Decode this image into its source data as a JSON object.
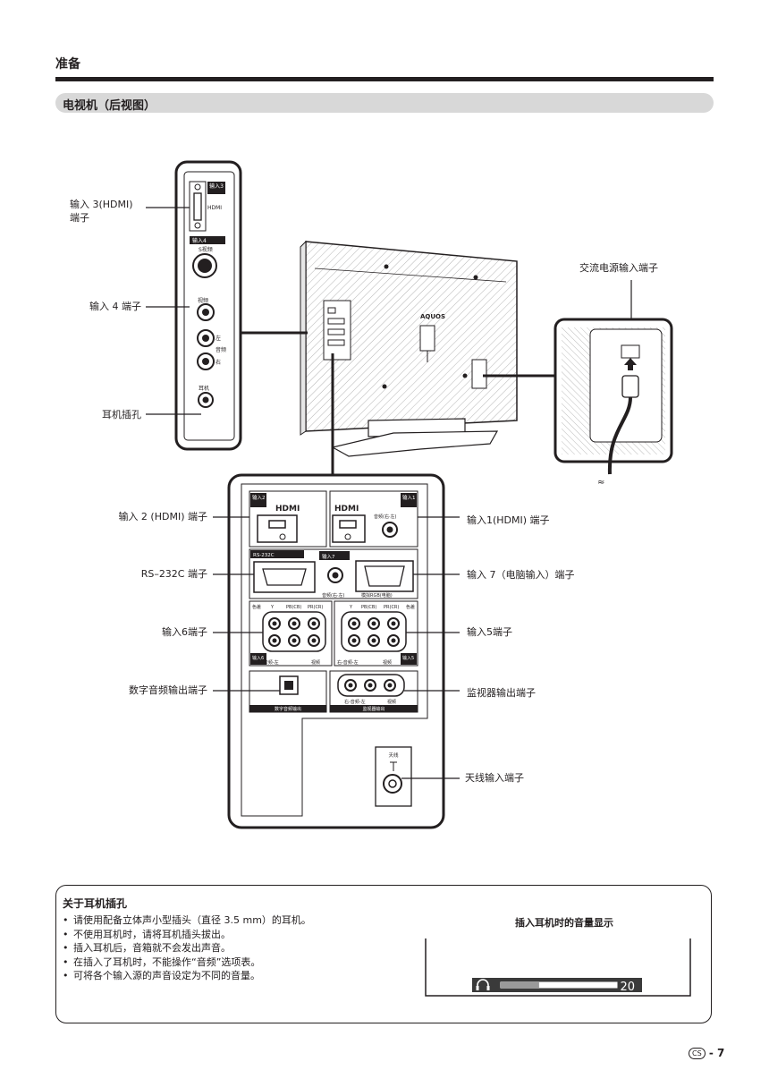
{
  "header": {
    "section_title": "准备",
    "sub_title": "电视机（后视图）"
  },
  "callouts": {
    "hdmi3": [
      "输入 3(HDMI)",
      "端子"
    ],
    "input4": "输入 4 端子",
    "headphone": "耳机插孔",
    "ac_power": "交流电源输入端子",
    "input2_hdmi": "输入 2 (HDMI) 端子",
    "rs232c": "RS–232C 端子",
    "input6": "输入6端子",
    "digital_out": "数字音频输出端子",
    "input1_hdmi": "输入1(HDMI) 端子",
    "input7_pc": "输入 7（电脑输入）端子",
    "input5": "输入5端子",
    "monitor_out": "监视器输出端子",
    "antenna_in": "天线输入端子"
  },
  "panel_labels": {
    "input3_tag": "输入3",
    "hdmi_text": "HDMI",
    "input4_tag": "输入4",
    "svideo": "S视频",
    "video": "视频",
    "left": "左",
    "audio": "音频",
    "right": "右",
    "earphone": "耳机",
    "input2_tag": "输入2",
    "input1_tag": "输入1",
    "audio_rl": "音频(右·左)",
    "rs232c_tag": "RS-232C",
    "input7_tag": "输入7",
    "analog_rgb": "模拟RGB(电脑)",
    "component": "色差",
    "y": "Y",
    "pb": "PB(CB)",
    "pr": "PR(CR)",
    "r_audio_l": "右-音频-左",
    "video2": "视频",
    "input6_tag": "输入6",
    "input5_tag": "输入5",
    "digital_audio_out": "数字音频输出",
    "monitor_out_label": "监视器输出",
    "antenna": "天线",
    "brand": "AQUOS"
  },
  "note": {
    "title": "关于耳机插孔",
    "items": [
      "请使用配备立体声小型插头（直径 3.5 mm）的耳机。",
      "不使用耳机时，请将耳机插头拔出。",
      "插入耳机后，音箱就不会发出声音。",
      "在插入了耳机时，不能操作“音频”选项表。",
      "可将各个输入源的声音设定为不同的音量。"
    ],
    "volume_title": "插入耳机时的音量显示",
    "volume_value": "20",
    "volume_level": 0.33
  },
  "footer": {
    "lang_badge": "CS",
    "page_sep": "-",
    "page_number": "7"
  }
}
